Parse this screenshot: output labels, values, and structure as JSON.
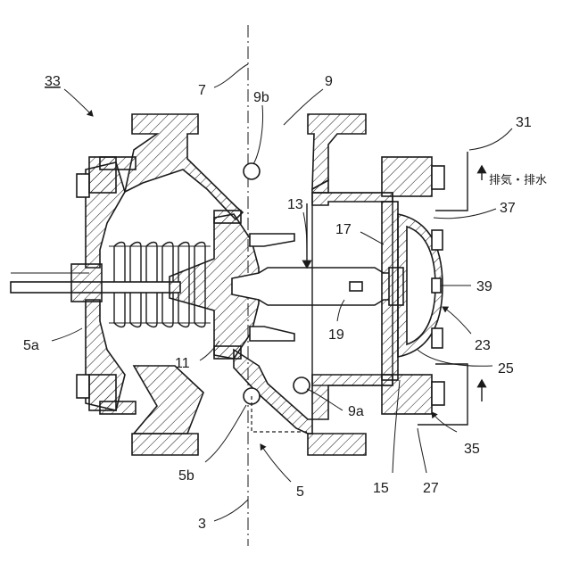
{
  "labels": {
    "l33": "33",
    "l7": "7",
    "l9b": "9b",
    "l9": "9",
    "l31": "31",
    "exhaust": "排気・排水",
    "l37": "37",
    "l13": "13",
    "l17": "17",
    "l39": "39",
    "l19": "19",
    "l23": "23",
    "l25": "25",
    "l5a": "5a",
    "l11": "11",
    "l9a": "9a",
    "l35": "35",
    "l5b": "5b",
    "l5": "5",
    "l15": "15",
    "l27": "27",
    "l3": "3"
  }
}
